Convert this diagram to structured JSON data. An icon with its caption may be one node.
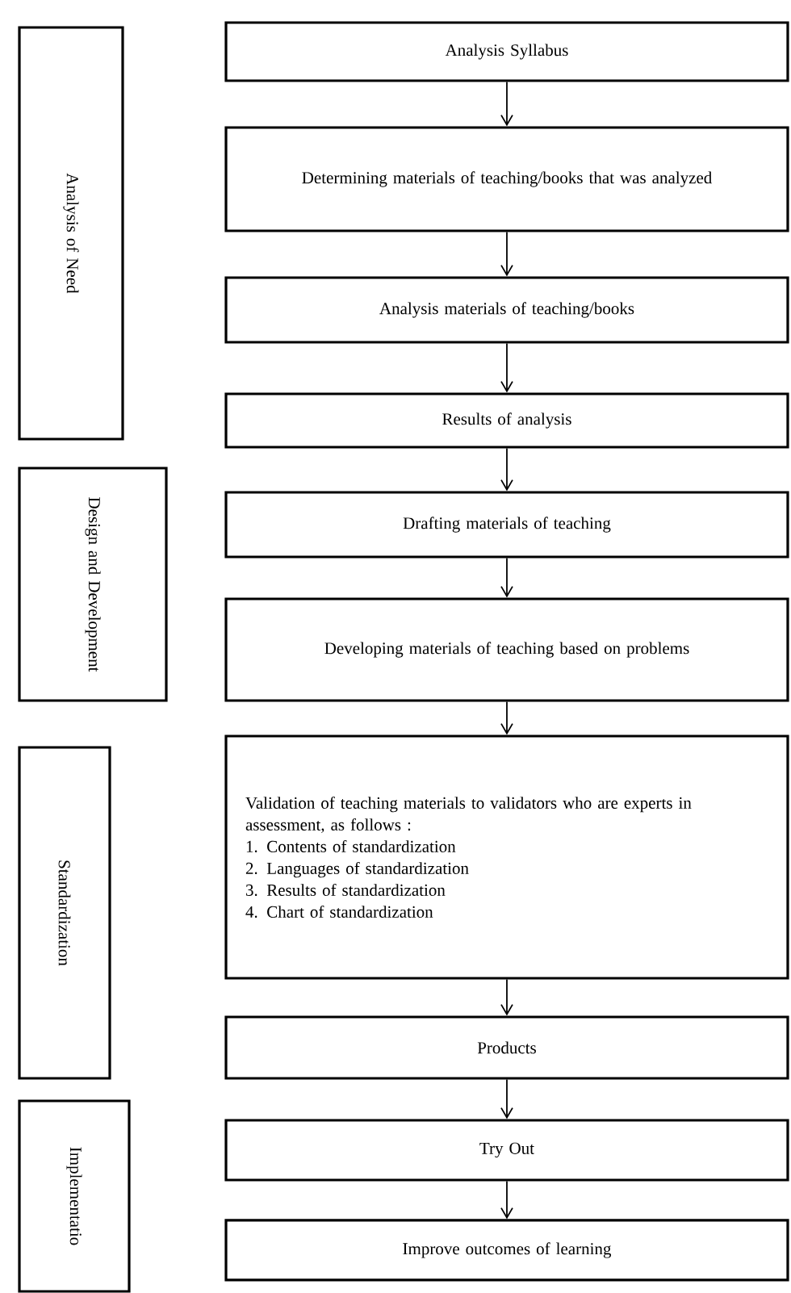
{
  "diagram": {
    "nodes": [
      {
        "text": [
          "Analysis of Need"
        ]
      },
      {
        "text": [
          "Design and Development"
        ]
      },
      {
        "text": [
          "Standardization"
        ]
      },
      {
        "text": [
          "Implementatio"
        ]
      },
      {
        "text": [
          "Analysis Syllabus"
        ]
      },
      {
        "text": [
          "Determining materials of teaching/books that was analyzed"
        ]
      },
      {
        "text": [
          "Analysis materials of teaching/books"
        ]
      },
      {
        "text": [
          "Results of analysis"
        ]
      },
      {
        "text": [
          "Drafting materials of teaching"
        ]
      },
      {
        "text": [
          "Developing materials of teaching based on problems"
        ]
      },
      {
        "text": [
          "Validation of teaching materials to validators who are experts in assessment, as follows :",
          "1. Contents of standardization",
          "2. Languages of standardization",
          "3. Results of standardization",
          "4. Chart of standardization"
        ]
      },
      {
        "text": [
          "Products"
        ]
      },
      {
        "text": [
          "Try Out"
        ]
      },
      {
        "text": [
          "Improve outcomes of learning"
        ]
      }
    ],
    "edges": [
      {
        "from": 4,
        "to": 5,
        "arrow": "to"
      },
      {
        "from": 5,
        "to": 6,
        "arrow": "to"
      },
      {
        "from": 6,
        "to": 7,
        "arrow": "to"
      },
      {
        "from": 7,
        "to": 8,
        "arrow": "to"
      },
      {
        "from": 8,
        "to": 9,
        "arrow": "to"
      },
      {
        "from": 9,
        "to": 10,
        "arrow": "to"
      },
      {
        "from": 10,
        "to": 11,
        "arrow": "to"
      },
      {
        "from": 11,
        "to": 12,
        "arrow": "to"
      },
      {
        "from": 12,
        "to": 13,
        "arrow": "to"
      }
    ]
  }
}
